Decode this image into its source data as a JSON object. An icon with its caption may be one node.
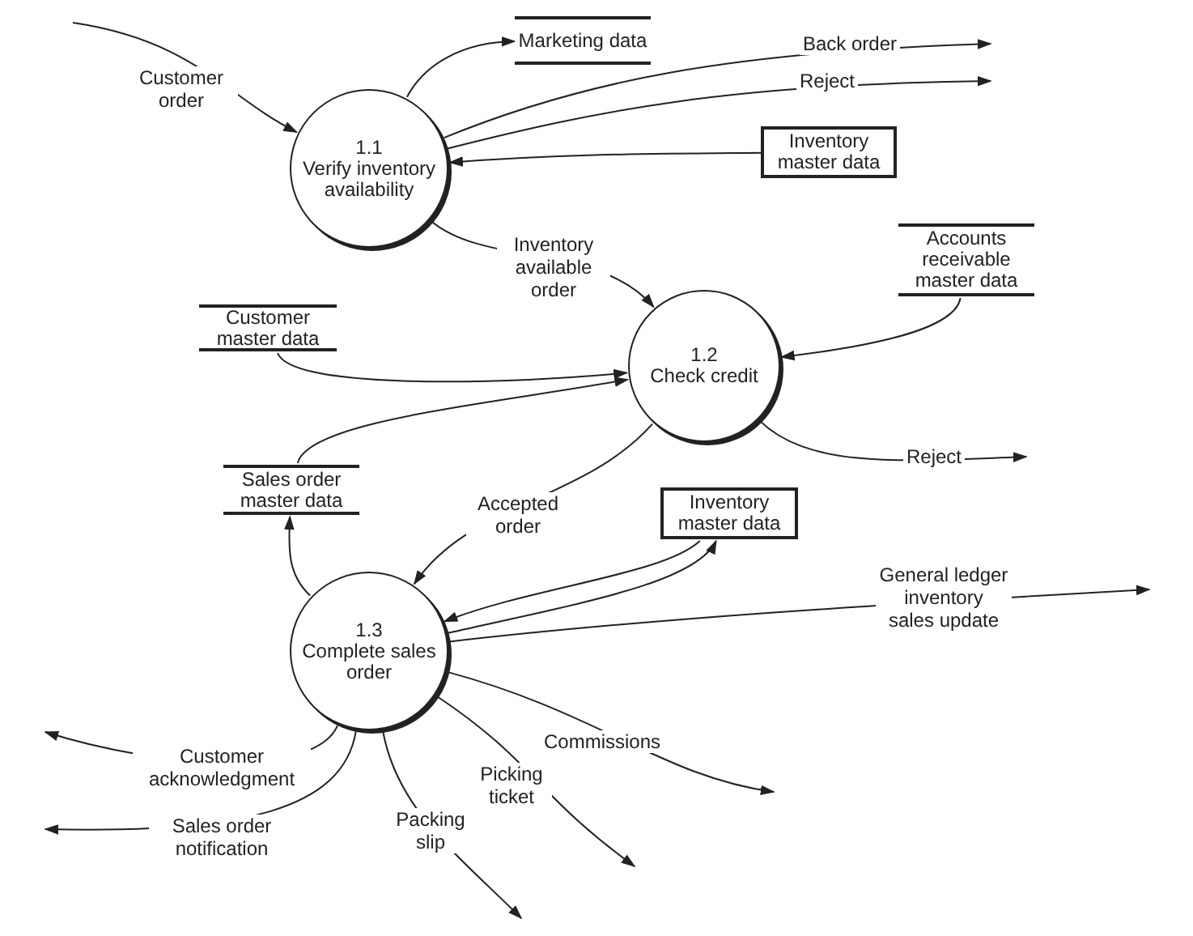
{
  "diagram": {
    "nodes": [
      {
        "text": [
          "1.1",
          "Verify inventory availability"
        ]
      },
      {
        "text": [
          "1.2",
          "Check credit"
        ]
      },
      {
        "text": [
          "1.3",
          "Complete sales order"
        ]
      },
      {
        "text": [
          "Marketing data"
        ]
      },
      {
        "text": [
          "Inventory master data"
        ]
      },
      {
        "text": [
          "Accounts receivable master data"
        ]
      },
      {
        "text": [
          "Customer master data"
        ]
      },
      {
        "text": [
          "Sales order master data"
        ]
      },
      {
        "text": [
          "Inventory master data"
        ]
      }
    ],
    "edges": [
      {
        "from": null,
        "to": 0,
        "arrow": "to",
        "label": "Customer order"
      },
      {
        "from": 0,
        "to": 3,
        "arrow": "to"
      },
      {
        "from": 0,
        "to": null,
        "arrow": "to",
        "label": "Back order"
      },
      {
        "from": 0,
        "to": null,
        "arrow": "to",
        "label": "Reject"
      },
      {
        "from": 4,
        "to": 0,
        "arrow": "to"
      },
      {
        "from": 0,
        "to": 1,
        "arrow": "to",
        "label": "Inventory available order"
      },
      {
        "from": 5,
        "to": 1,
        "arrow": "to"
      },
      {
        "from": 6,
        "to": 1,
        "arrow": "to"
      },
      {
        "from": 7,
        "to": 1,
        "arrow": "to"
      },
      {
        "from": 1,
        "to": null,
        "arrow": "to",
        "label": "Reject"
      },
      {
        "from": 1,
        "to": 2,
        "arrow": "to",
        "label": "Accepted order"
      },
      {
        "from": 2,
        "to": 7,
        "arrow": "to"
      },
      {
        "from": 8,
        "to": 2,
        "arrow": "to"
      },
      {
        "from": 2,
        "to": 8,
        "arrow": "to"
      },
      {
        "from": 2,
        "to": null,
        "arrow": "to",
        "label": "General ledger inventory sales update"
      },
      {
        "from": 2,
        "to": null,
        "arrow": "to",
        "label": "Commissions"
      },
      {
        "from": 2,
        "to": null,
        "arrow": "to",
        "label": "Picking ticket"
      },
      {
        "from": 2,
        "to": null,
        "arrow": "to",
        "label": "Packing slip"
      },
      {
        "from": 2,
        "to": null,
        "arrow": "to",
        "label": "Sales order notification"
      },
      {
        "from": 2,
        "to": null,
        "arrow": "to",
        "label": "Customer acknowledgment"
      }
    ]
  }
}
